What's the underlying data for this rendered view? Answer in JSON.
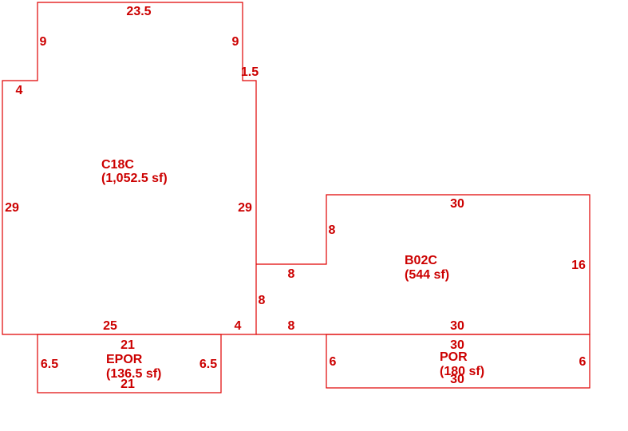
{
  "colors": {
    "line": "#e00000",
    "text": "#cc0000",
    "background": "#ffffff"
  },
  "areas": {
    "c18c": {
      "name": "C18C",
      "area": "(1,052.5 sf)",
      "dims": {
        "top": "23.5",
        "upper_left": "9",
        "upper_right": "9",
        "step_left": "4",
        "step_right": "1.5",
        "left": "29",
        "right": "29",
        "bottom": "25",
        "bottom_right": "4"
      }
    },
    "b02c": {
      "name": "B02C",
      "area": "(544 sf)",
      "dims": {
        "top": "30",
        "inner_left": "8",
        "step": "8",
        "left": "8",
        "right": "16",
        "bottom_left": "8",
        "bottom": "30"
      }
    },
    "epor": {
      "name": "EPOR",
      "area": "(136.5 sf)",
      "dims": {
        "top": "21",
        "left": "6.5",
        "right": "6.5",
        "bottom": "21"
      }
    },
    "por": {
      "name": "POR",
      "area": "(180 sf)",
      "dims": {
        "top": "30",
        "left": "6",
        "right": "6",
        "bottom": "30"
      }
    }
  }
}
